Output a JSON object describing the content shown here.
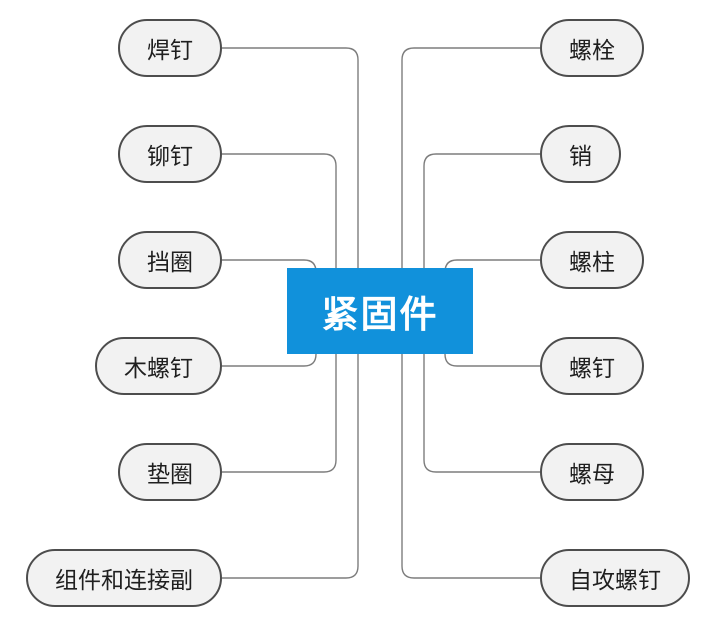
{
  "diagram": {
    "type": "mindmap",
    "center": {
      "label": "紧固件"
    },
    "left_nodes": [
      {
        "label": "焊钉"
      },
      {
        "label": "铆钉"
      },
      {
        "label": "挡圈"
      },
      {
        "label": "木螺钉"
      },
      {
        "label": "垫圈"
      },
      {
        "label": "组件和连接副"
      }
    ],
    "right_nodes": [
      {
        "label": "螺栓"
      },
      {
        "label": "销"
      },
      {
        "label": "螺柱"
      },
      {
        "label": "螺钉"
      },
      {
        "label": "螺母"
      },
      {
        "label": "自攻螺钉"
      }
    ],
    "colors": {
      "center_bg": "#1191db",
      "center_text": "#ffffff",
      "node_fill": "#f2f2f2",
      "node_border": "#4d4d4d",
      "node_text": "#1f1f1f",
      "connector": "#7d7d7d",
      "background": "#ffffff"
    }
  }
}
